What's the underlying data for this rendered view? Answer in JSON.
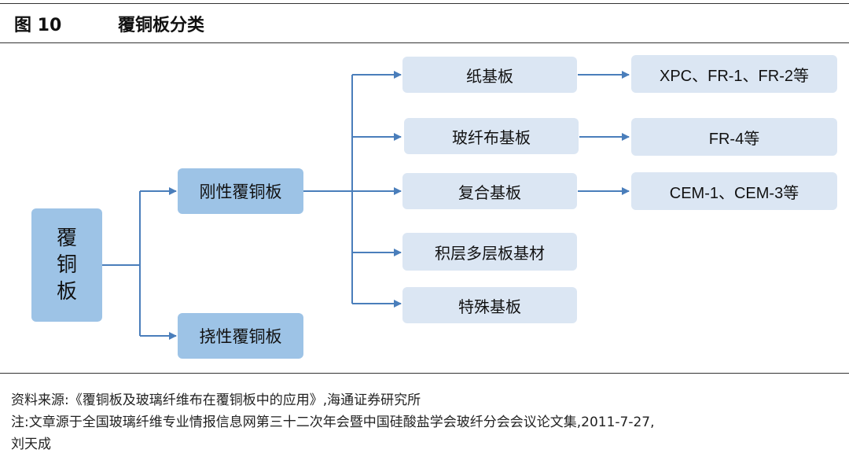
{
  "figure": {
    "label": "图 10",
    "title": "覆铜板分类"
  },
  "root": {
    "label": "覆\n铜\n板"
  },
  "level1": [
    {
      "label": "刚性覆铜板"
    },
    {
      "label": "挠性覆铜板"
    }
  ],
  "level2": [
    {
      "label": "纸基板"
    },
    {
      "label": "玻纤布基板"
    },
    {
      "label": "复合基板"
    },
    {
      "label": "积层多层板基材"
    },
    {
      "label": "特殊基板"
    }
  ],
  "level3": [
    {
      "label": "XPC、FR-1、FR-2等"
    },
    {
      "label": "FR-4等"
    },
    {
      "label": "CEM-1、CEM-3等"
    }
  ],
  "footer": {
    "source": "资料来源:《覆铜板及玻璃纤维布在覆铜板中的应用》,海通证券研究所",
    "note": "注:文章源于全国玻璃纤维专业情报信息网第三十二次年会暨中国硅酸盐学会玻纤分会会议论文集,2011-7-27,",
    "author": "刘天成"
  },
  "colors": {
    "level1_fill": "#9dc3e6",
    "level2_fill": "#dbe6f3",
    "connector": "#4a7ebb"
  }
}
